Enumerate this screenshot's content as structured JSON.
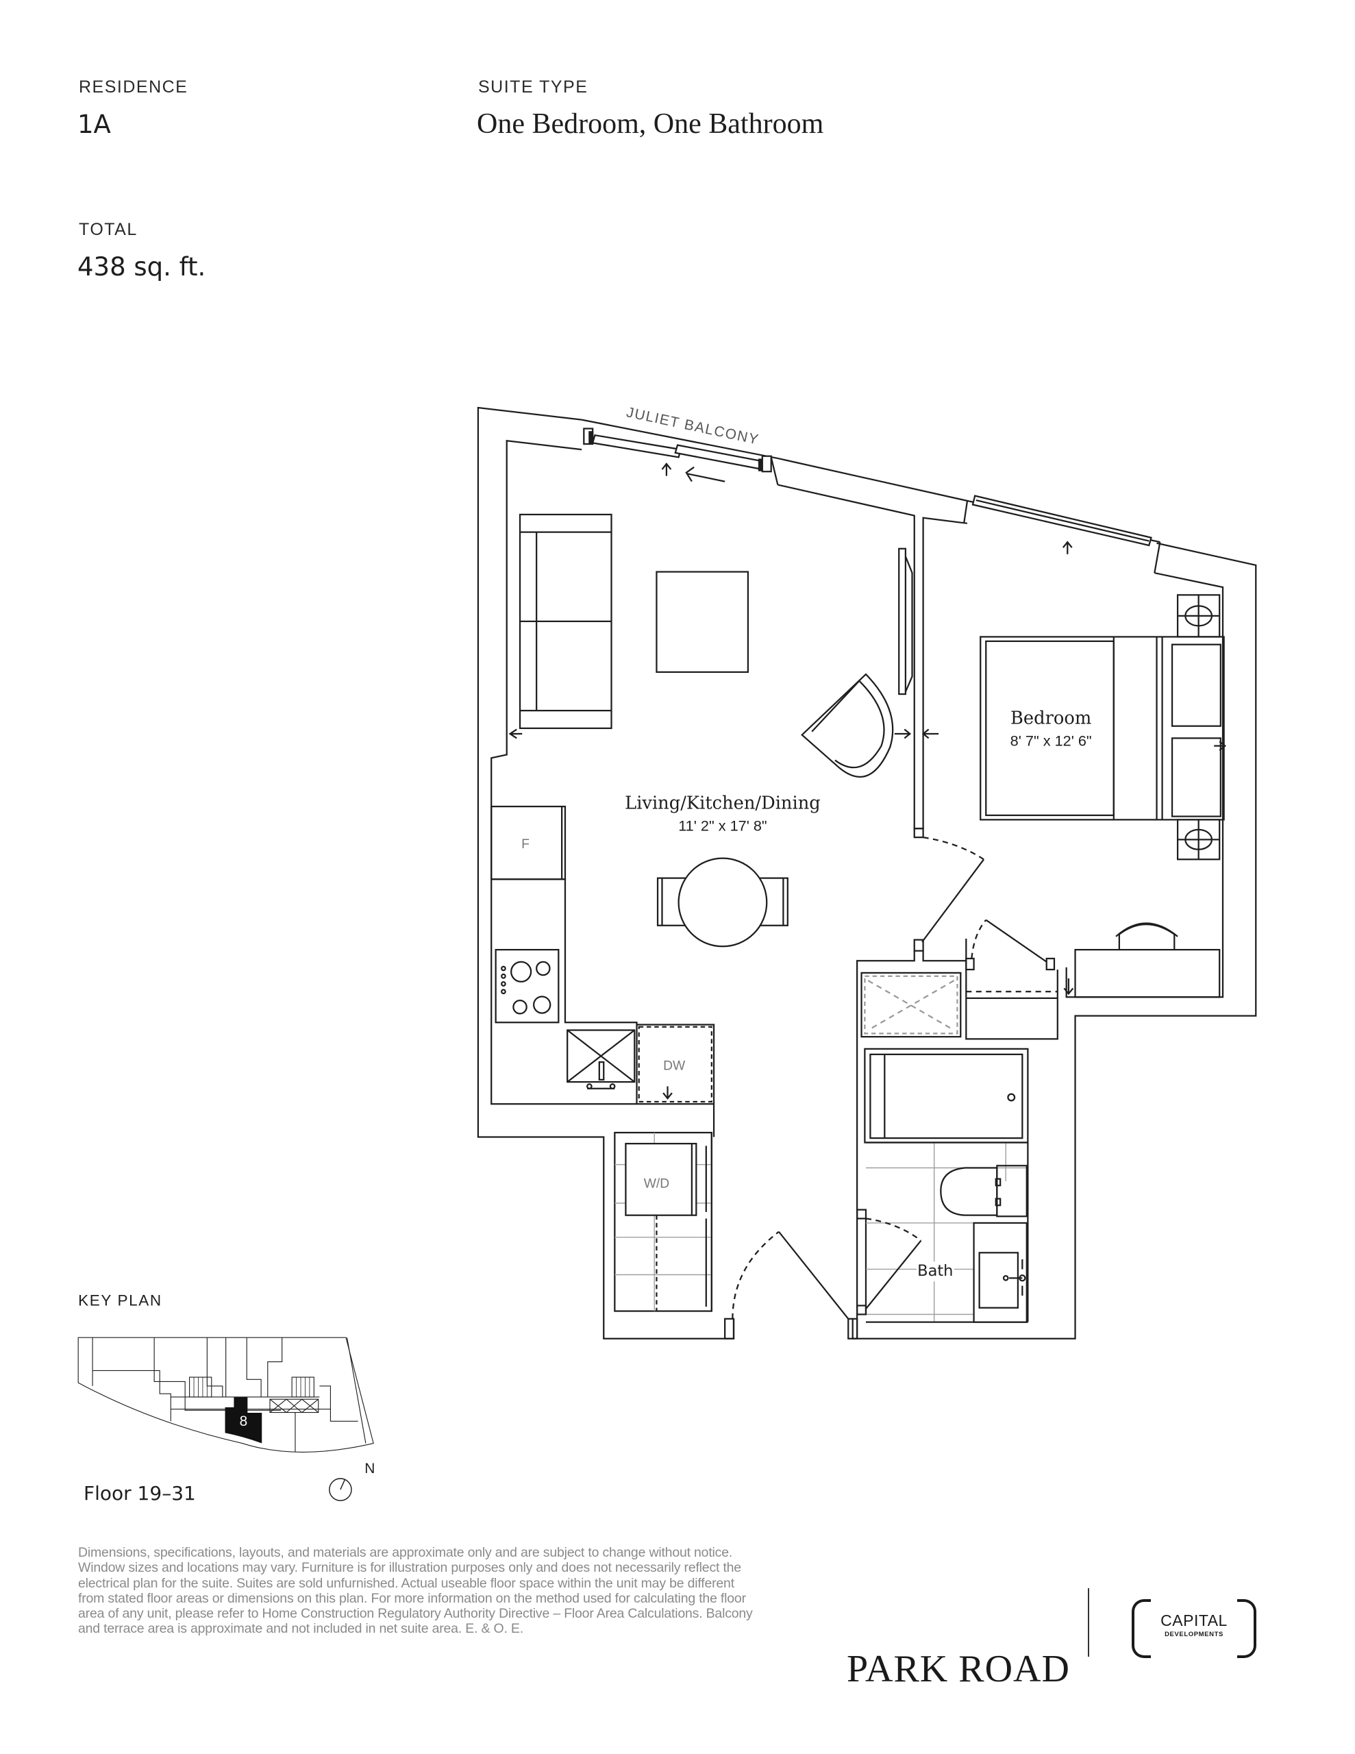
{
  "header": {
    "residence_label": "RESIDENCE",
    "residence_value": "1A",
    "suite_type_label": "SUITE TYPE",
    "suite_type_value": "One Bedroom, One Bathroom",
    "total_label": "TOTAL",
    "total_value": "438 sq. ft."
  },
  "plan": {
    "balcony_label": "JULIET BALCONY",
    "rooms": [
      {
        "name": "Living/Kitchen/Dining",
        "dimensions": "11' 2\" x 17' 8\""
      },
      {
        "name": "Bedroom",
        "dimensions": "8' 7\" x 12' 6\""
      },
      {
        "name": "Bath"
      }
    ],
    "appliances": {
      "fridge": "F",
      "dishwasher": "DW",
      "washer_dryer": "W/D"
    }
  },
  "key_plan": {
    "title": "KEY PLAN",
    "unit_number": "8",
    "floor_label": "Floor 19–31",
    "north_label": "N"
  },
  "footer": {
    "disclaimer": "Dimensions, specifications, layouts, and materials are approximate only and are subject to change without notice. Window sizes and locations may vary. Furniture is for illustration purposes only and does not necessarily reflect the electrical plan for the suite. Suites are sold unfurnished. Actual useable floor space within the unit may be different from stated floor areas or dimensions on this plan. For more information on the method used for calculating the floor area of any unit, please refer to Home Construction Regulatory Authority Directive – Floor Area Calculations. Balcony and terrace area is approximate and not included in net suite area. E. & O. E.",
    "brand_name": "PARK ROAD",
    "developer_main": "CAPITAL",
    "developer_sub": "DEVELOPMENTS"
  },
  "colors": {
    "ink": "#1e1e1e",
    "muted": "#8a8a8a",
    "background": "#ffffff",
    "key_unit_fill": "#111111"
  }
}
